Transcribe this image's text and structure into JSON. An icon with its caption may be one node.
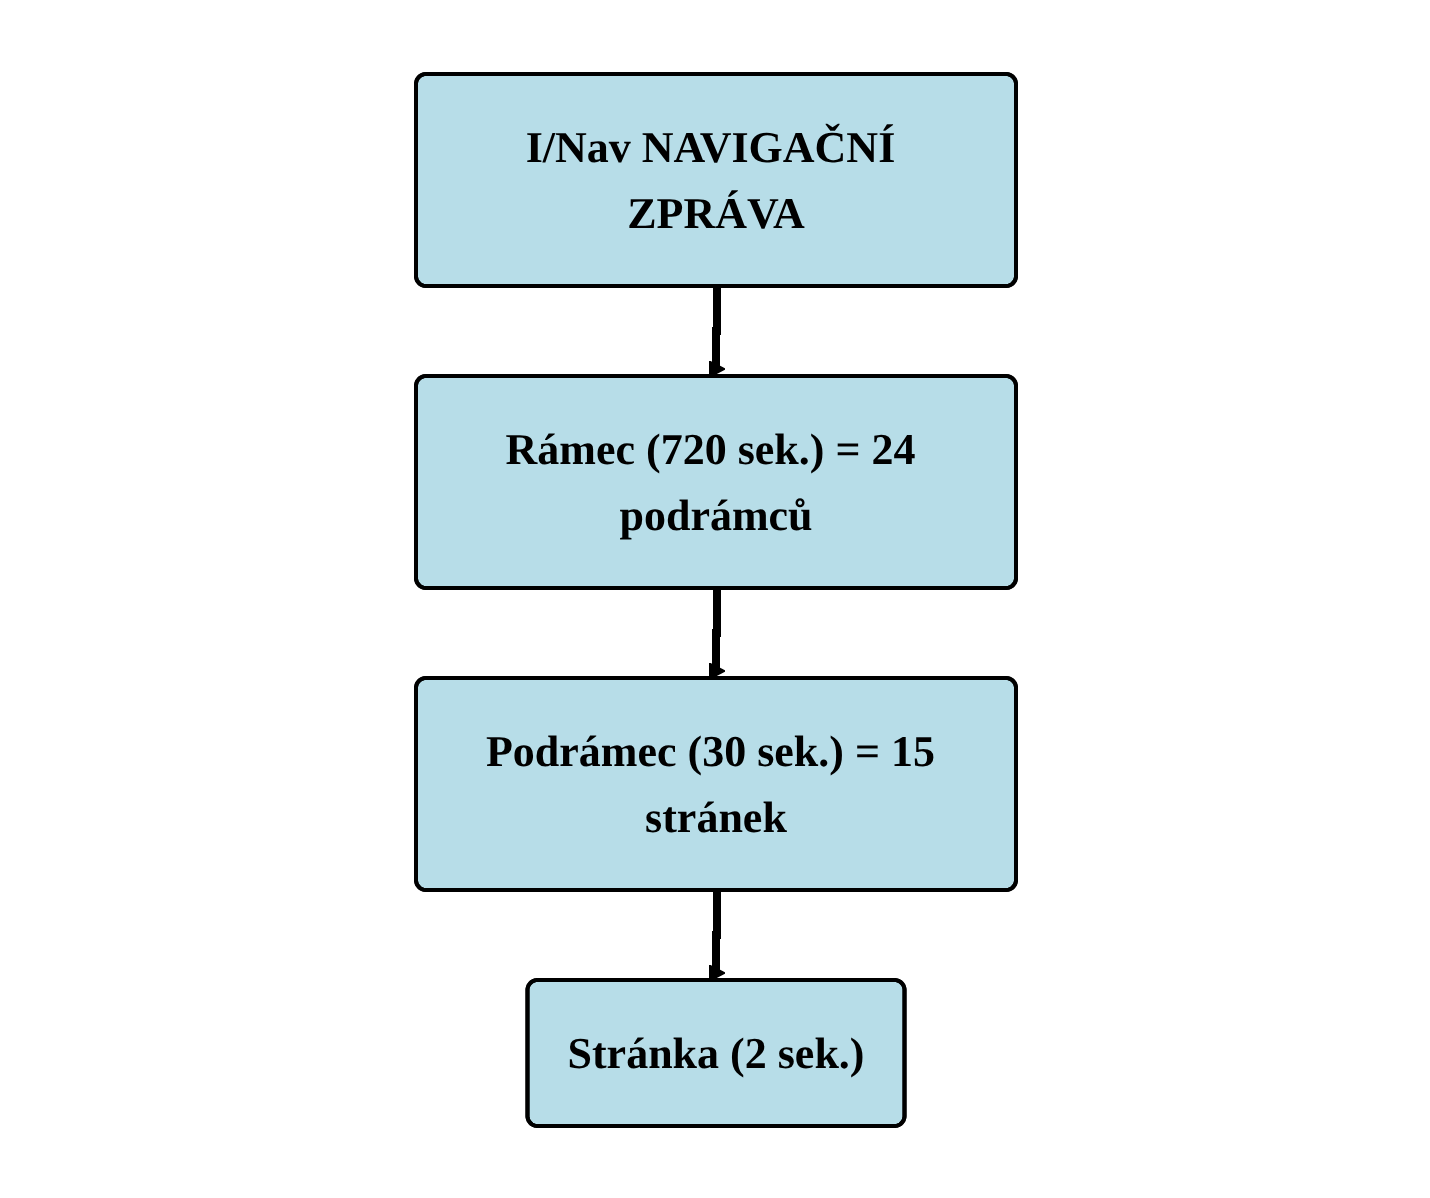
{
  "diagram": {
    "nodes": [
      {
        "text": [
          "I/Nav NAVIGAČNÍ ZPRÁVA"
        ]
      },
      {
        "text": [
          "Rámec (720 sek.) = 24 podrámců"
        ]
      },
      {
        "text": [
          "Podrámec (30 sek.) = 15 stránek"
        ]
      },
      {
        "text": [
          "Stránka (2 sek.)"
        ]
      }
    ],
    "edges": [
      {
        "from": 0,
        "to": 1,
        "arrow": "to"
      },
      {
        "from": 1,
        "to": 2,
        "arrow": "to"
      },
      {
        "from": 2,
        "to": 3,
        "arrow": "to"
      }
    ]
  }
}
